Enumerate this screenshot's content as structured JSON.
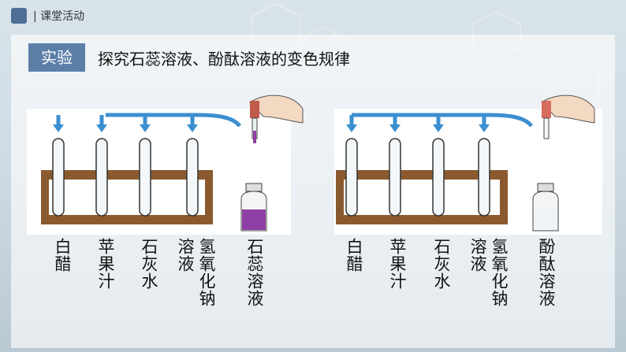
{
  "header": {
    "title": "| 课堂活动"
  },
  "tag": "实验",
  "title": "探究石蕊溶液、酚酞溶液的变色规律",
  "left_labels": [
    "白醋",
    "苹果汁",
    "石灰水",
    "溶液",
    "氢氧化钠",
    "石蕊溶液"
  ],
  "right_labels": [
    "白醋",
    "苹果汁",
    "石灰水",
    "溶液",
    "氢氧化钠",
    "酚酞溶液"
  ],
  "colors": {
    "accent": "#5c7fa8",
    "arrow": "#3b8fd0",
    "rack": "#8a5a2e",
    "litmus": "#8e3fa3",
    "liquid": "#e8f0f6"
  }
}
